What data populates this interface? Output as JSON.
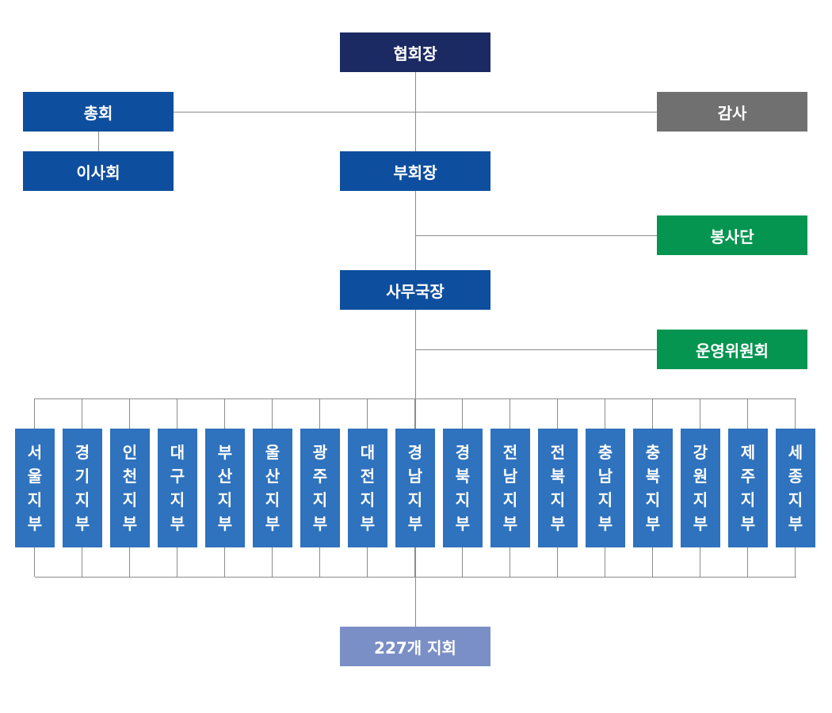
{
  "chart_nodes": {
    "president": "협회장",
    "general_assembly": "총회",
    "board": "이사회",
    "auditor": "감사",
    "vice_president": "부회장",
    "volunteer_corps": "봉사단",
    "secretary_general": "사무국장",
    "operating_committee": "운영위원회",
    "chapters_total": "227개 지회"
  },
  "branches": [
    [
      "서",
      "울",
      "지",
      "부"
    ],
    [
      "경",
      "기",
      "지",
      "부"
    ],
    [
      "인",
      "천",
      "지",
      "부"
    ],
    [
      "대",
      "구",
      "지",
      "부"
    ],
    [
      "부",
      "산",
      "지",
      "부"
    ],
    [
      "울",
      "산",
      "지",
      "부"
    ],
    [
      "광",
      "주",
      "지",
      "부"
    ],
    [
      "대",
      "전",
      "지",
      "부"
    ],
    [
      "경",
      "남",
      "지",
      "부"
    ],
    [
      "경",
      "북",
      "지",
      "부"
    ],
    [
      "전",
      "남",
      "지",
      "부"
    ],
    [
      "전",
      "북",
      "지",
      "부"
    ],
    [
      "충",
      "남",
      "지",
      "부"
    ],
    [
      "충",
      "북",
      "지",
      "부"
    ],
    [
      "강",
      "원",
      "지",
      "부"
    ],
    [
      "제",
      "주",
      "지",
      "부"
    ],
    [
      "세",
      "종",
      "지",
      "부"
    ]
  ],
  "colors": {
    "president": "#1b2a63",
    "primary": "#0e4e9e",
    "auditor": "#707070",
    "green": "#069551",
    "branch": "#2f72bd",
    "chapters": "#7b8fc7",
    "connector": "#8c8c8c"
  }
}
